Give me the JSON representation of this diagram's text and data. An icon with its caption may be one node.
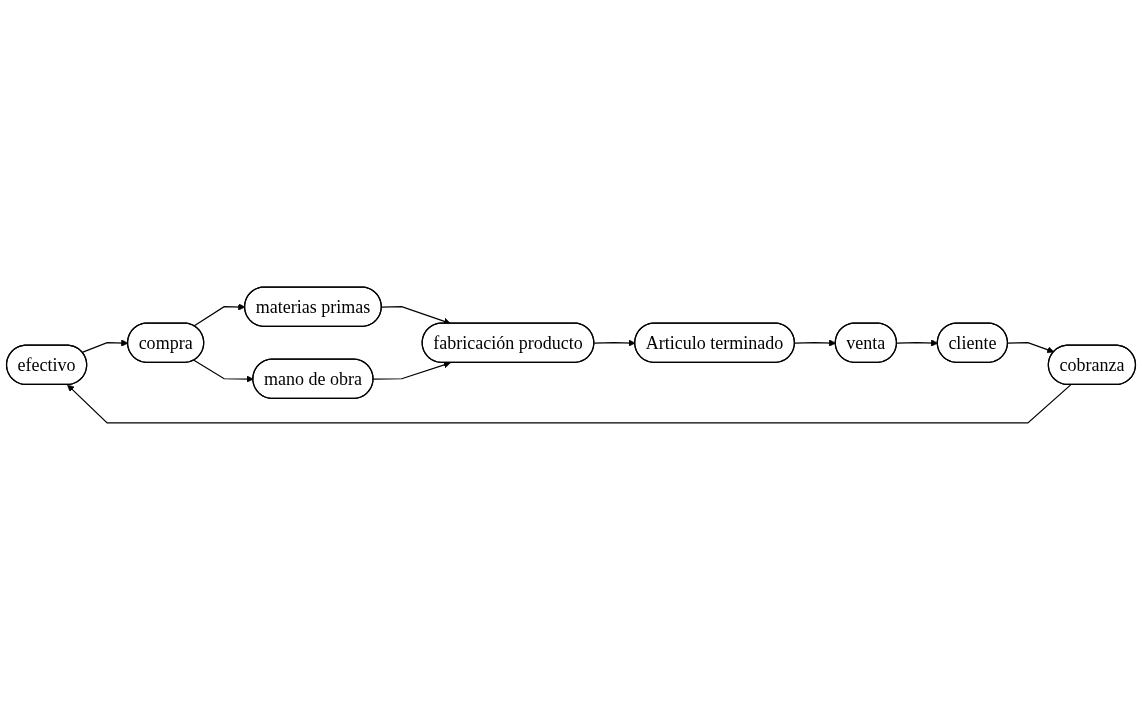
{
  "diagram": {
    "nodes": [
      {
        "text": [
          "efectivo"
        ]
      },
      {
        "text": [
          "compra"
        ]
      },
      {
        "text": [
          "materias primas"
        ]
      },
      {
        "text": [
          "mano de obra"
        ]
      },
      {
        "text": [
          "fabricación producto"
        ]
      },
      {
        "text": [
          "Articulo terminado"
        ]
      },
      {
        "text": [
          "venta"
        ]
      },
      {
        "text": [
          "cliente"
        ]
      },
      {
        "text": [
          "cobranza"
        ]
      }
    ],
    "edges": [
      {
        "from": 0,
        "to": 1,
        "arrow": "to"
      },
      {
        "from": 1,
        "to": 2,
        "arrow": "to"
      },
      {
        "from": 1,
        "to": 3,
        "arrow": "to"
      },
      {
        "from": 2,
        "to": 4,
        "arrow": "to"
      },
      {
        "from": 3,
        "to": 4,
        "arrow": "to"
      },
      {
        "from": 4,
        "to": 5,
        "arrow": "to"
      },
      {
        "from": 5,
        "to": 6,
        "arrow": "to"
      },
      {
        "from": 6,
        "to": 7,
        "arrow": "to"
      },
      {
        "from": 7,
        "to": 8,
        "arrow": "to"
      },
      {
        "from": 8,
        "to": 0,
        "arrow": "to"
      }
    ]
  }
}
